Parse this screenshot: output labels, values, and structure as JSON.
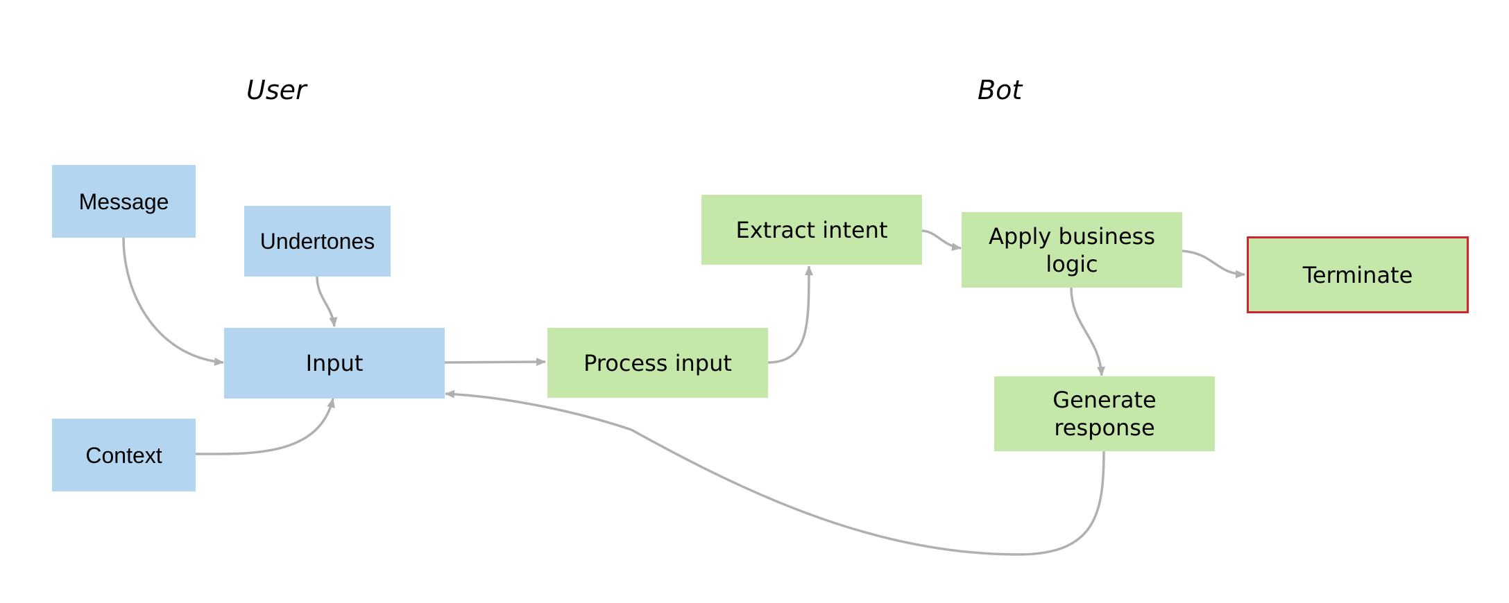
{
  "lanes": {
    "user": "User",
    "bot": "Bot"
  },
  "nodes": {
    "message": "Message",
    "undertones": "Undertones",
    "context": "Context",
    "input": "Input",
    "process_input": "Process input",
    "extract_intent": "Extract intent",
    "apply_business_logic": "Apply business\nlogic",
    "terminate": "Terminate",
    "generate_response": "Generate\nresponse"
  },
  "colors": {
    "user_fill": "#b3d5ef",
    "bot_fill": "#c5e8aa",
    "edge": "#b0b0b0",
    "terminal_border": "#d0232a"
  },
  "edges": [
    {
      "from": "message",
      "to": "input"
    },
    {
      "from": "undertones",
      "to": "input"
    },
    {
      "from": "context",
      "to": "input"
    },
    {
      "from": "input",
      "to": "process_input"
    },
    {
      "from": "process_input",
      "to": "extract_intent"
    },
    {
      "from": "extract_intent",
      "to": "apply_business_logic"
    },
    {
      "from": "apply_business_logic",
      "to": "terminate"
    },
    {
      "from": "apply_business_logic",
      "to": "generate_response"
    },
    {
      "from": "generate_response",
      "to": "input"
    }
  ]
}
